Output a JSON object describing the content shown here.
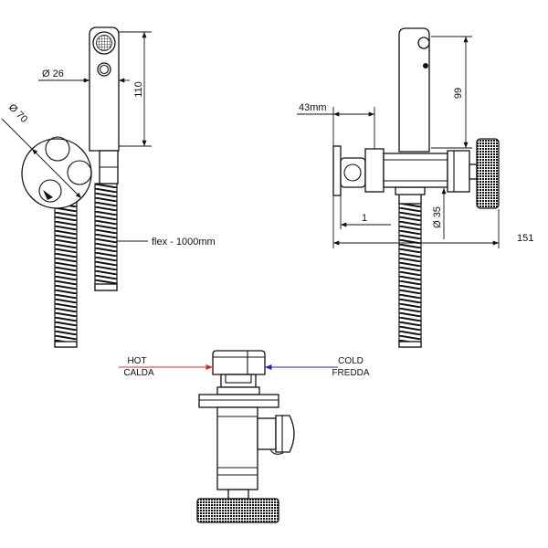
{
  "front_view": {
    "diameter_body": "Ø 26",
    "height": "110",
    "diameter_holder": "Ø 70",
    "hose_label": "flex - 1000mm"
  },
  "side_view": {
    "offset": "43mm",
    "height": "99",
    "gap": "1",
    "diameter_valve": "Ø 35",
    "length": "151"
  },
  "top_view": {
    "hot": "HOT",
    "hot_it": "CALDA",
    "cold": "COLD",
    "cold_it": "FREDDA"
  },
  "colors": {
    "line": "#111111",
    "hot": "#e0262d",
    "cold": "#2323c8"
  }
}
